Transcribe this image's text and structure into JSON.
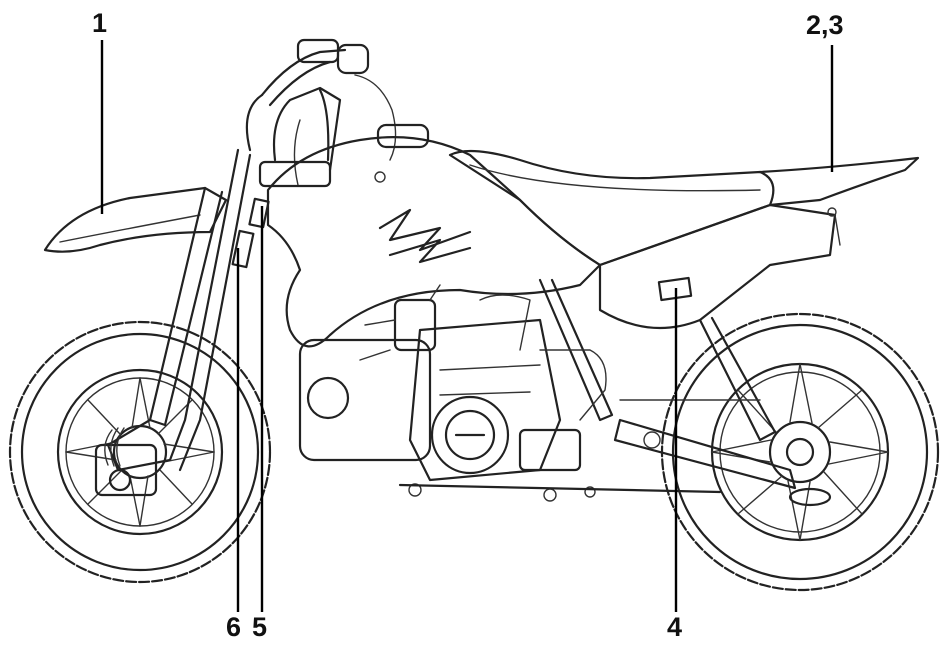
{
  "callouts": {
    "c1": "1",
    "c23": "2,3",
    "c4": "4",
    "c5": "5",
    "c6": "6"
  }
}
